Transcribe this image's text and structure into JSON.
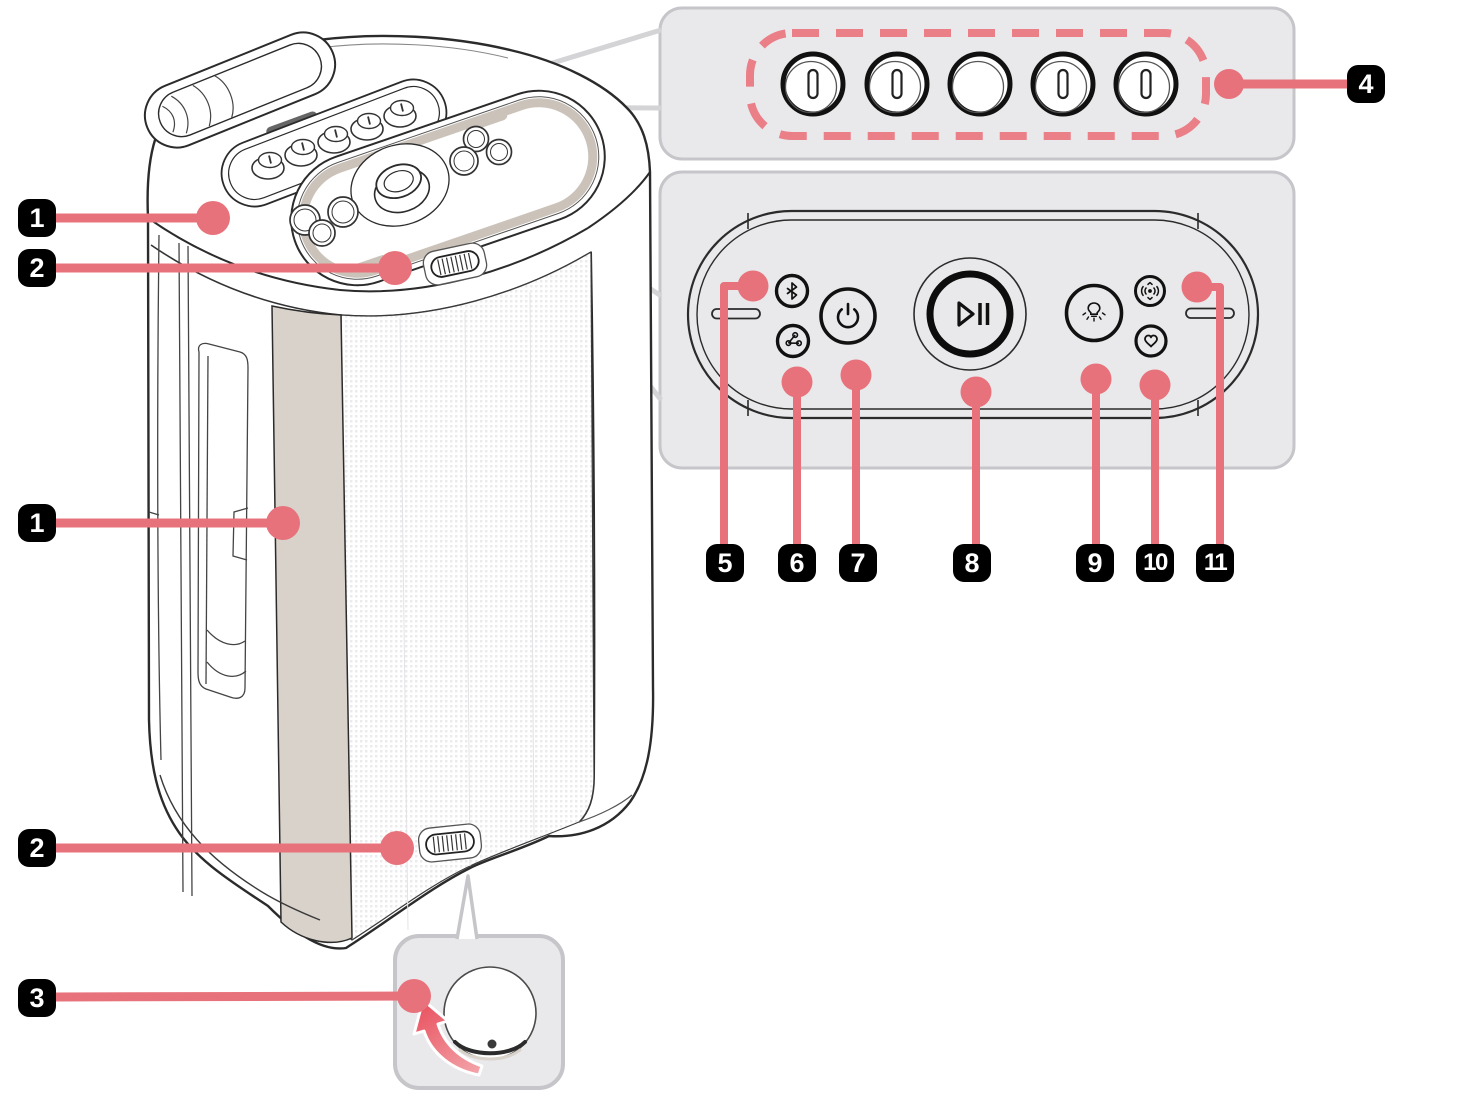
{
  "callouts": {
    "c1": "1",
    "c2": "2",
    "c3": "3",
    "c4": "4",
    "c5": "5",
    "c6": "6",
    "c7": "7",
    "c8": "8",
    "c9": "9",
    "c10": "10",
    "c11": "11"
  },
  "knob_panel": {
    "knob_count": 5
  },
  "colors": {
    "accent_pink": "#E8727B",
    "dash_pink": "#EA7F88",
    "badge_bg": "#000000",
    "badge_text": "#FFFFFF",
    "panel_bg": "#E9E9EB",
    "panel_border": "#C6C6CA",
    "beige_strip": "#D9D2CA",
    "beige_ring": "#CBC3BA",
    "line_art": "#2B2B2B",
    "leader_gray": "#D4D4D7",
    "arrow_dark": "#E8505E",
    "arrow_light": "#F4A7AC"
  },
  "icons": {
    "bluetooth": "bluetooth-icon",
    "group": "group-share-icon",
    "power": "power-icon",
    "play_pause": "play-pause-icon",
    "light": "light-bulb-icon",
    "sound_field": "sound-wave-icon",
    "favorite": "heart-icon",
    "rotate": "curved-rotate-arrow-icon",
    "knob": "rotary-knob-icon",
    "latch": "ribbed-latch-icon"
  }
}
